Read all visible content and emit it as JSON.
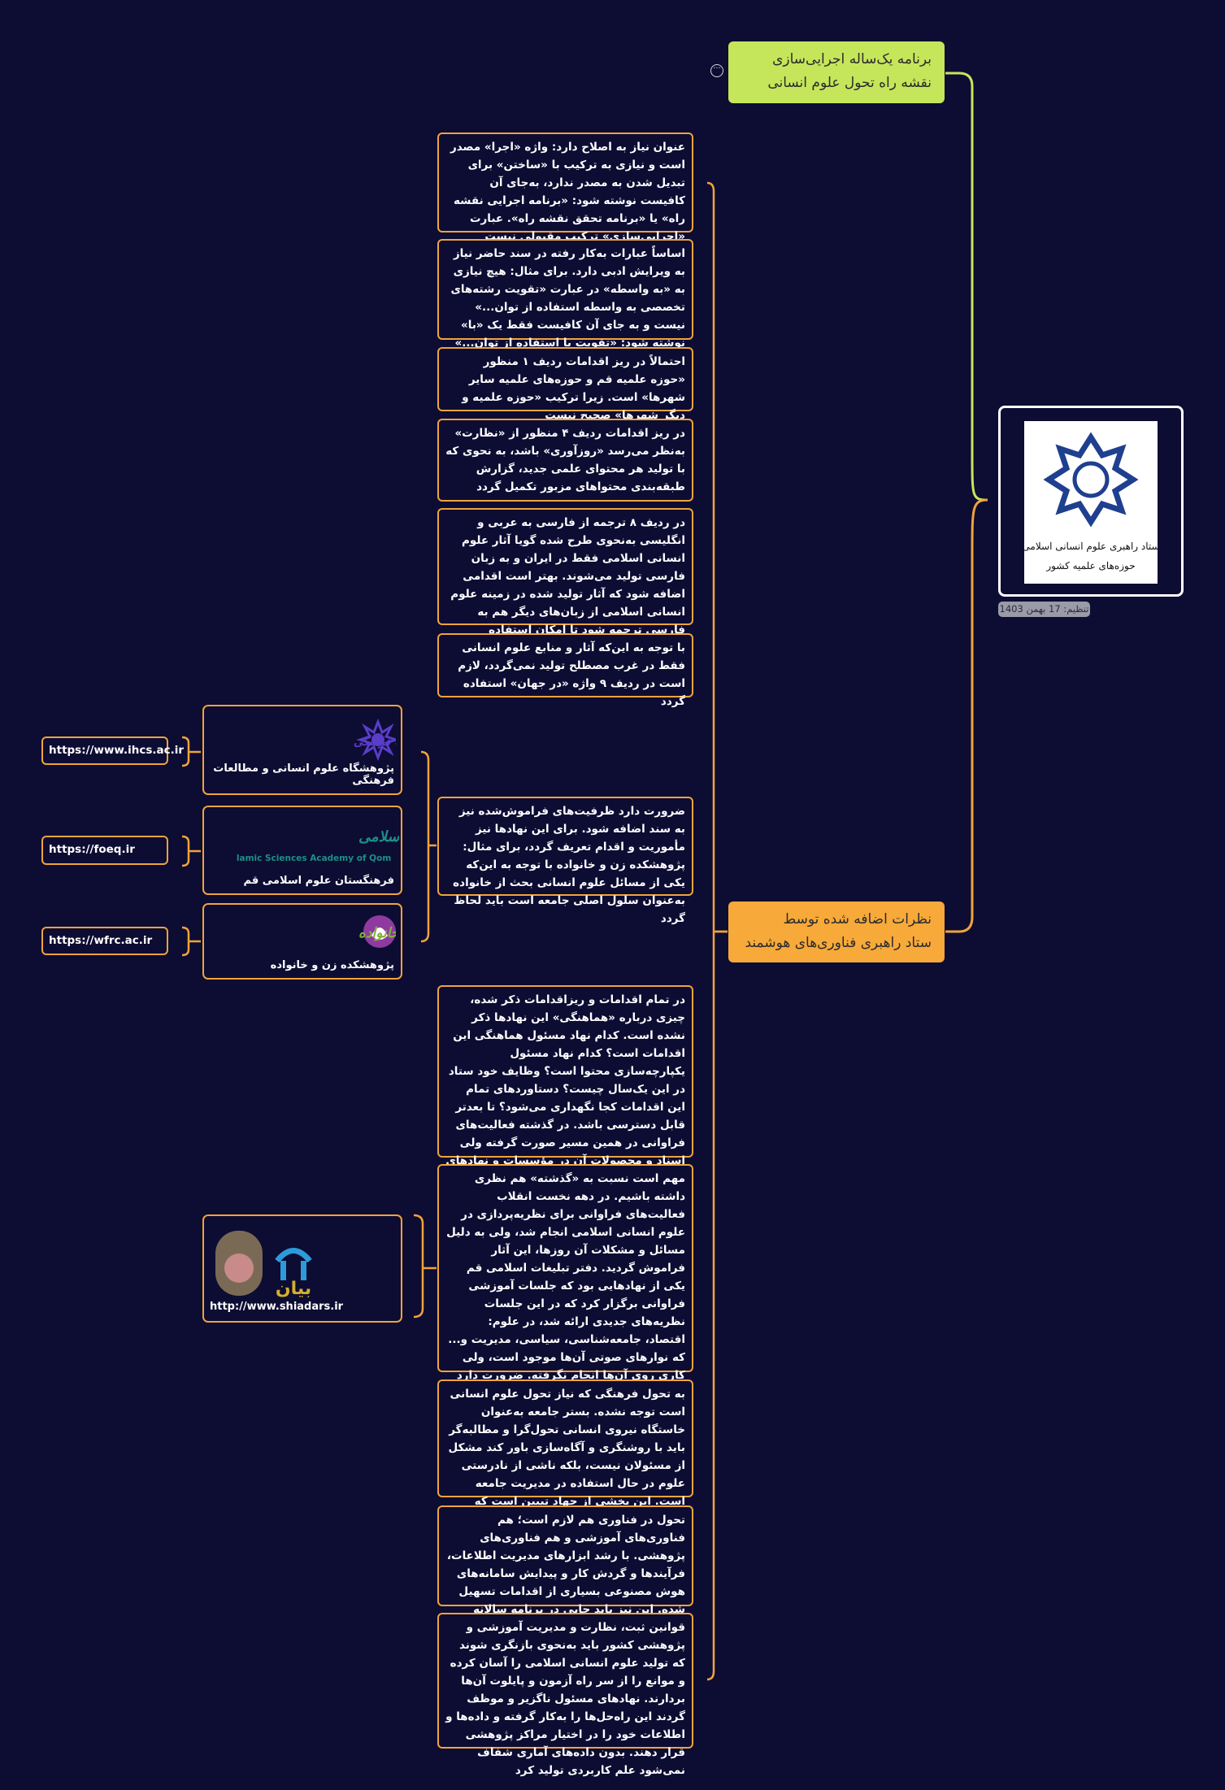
{
  "colors": {
    "background": "#0d0c33",
    "border_orange": "#f0a43a",
    "green_topic": "#c5e65a",
    "orange_topic": "#f7a93a",
    "green_line": "#c5e65a",
    "orange_line": "#f0a43a"
  },
  "root": {
    "logo_text_line1": "ستاد راهبری علوم انسانی اسلامی",
    "logo_text_line2": "حوزه‌های علمیه کشور",
    "date_tag": "تنظیم: 17 بهمن 1403"
  },
  "topics": {
    "green_title_line1": "برنامه یک‌ساله اجرایی‌سازی",
    "green_title_line2": "نقشه راه تحول علوم انسانی",
    "orange_title_line1": "نظرات اضافه شده توسط",
    "orange_title_line2": "ستاد راهبری فناوری‌های هوشمند",
    "collapse_icon": "ellipsis-icon"
  },
  "notes": [
    "عنوان نیاز به اصلاح دارد: واژه «اجرا» مصدر است و نیازی به ترکیب با «ساختن» برای تبدیل شدن به مصدر ندارد، به‌جای آن کافیست نوشته شود: «برنامه اجرایی نقشه راه» یا «برنامه تحقق نقشه راه». عبارت «اجرایی‌سازی» ترکیب مقبولی نیست",
    "اساساً عبارات به‌کار رفته در سند حاضر نیاز به ویرایش ادبی دارد. برای مثال: هیچ نیازی به «به واسطه» در عبارت «تقویت رشته‌های تخصصی به واسطه استفاده از توان...» نیست و به جای آن کافیست فقط یک «با» نوشته شود: «تقویت با استفاده از توان...» تشکر",
    "احتمالاً در ریز اقدامات ردیف ۱ منظور «حوزه علمیه قم و حوزه‌های علمیه سایر شهرها» است. زیرا ترکیب «حوزه علمیه و دیگر شهرها» صحیح نیست",
    "در ریز اقدامات ردیف ۴ منظور از «نظارت» به‌نظر می‌رسد «روزآوری» باشد، به نحوی که با تولید هر محتوای علمی جدید، گزارش طبقه‌بندی محتواهای مزبور تکمیل گردد",
    "در ردیف ۸ ترجمه از فارسی به عربی و انگلیسی به‌نحوی طرح شده گویا آثار علوم انسانی اسلامی فقط در ایران و به زبان فارسی تولید می‌شوند. بهتر است اقدامی اضافه شود که آثار تولید شده در زمینه علوم انسانی اسلامی از زبان‌های دیگر هم به فارسی ترجمه شود تا امکان استفاده پژوهشگران داخلی فراهم گردد",
    "با توجه به این‌که آثار و منابع علوم انسانی فقط در غرب مصطلح تولید نمی‌گردد، لازم است در ردیف ۹ واژه «در جهان» استفاده گردد",
    "ضرورت دارد ظرفیت‌های فراموش‌شده نیز به سند اضافه شود. برای این نهادها نیز مأموریت و اقدام تعریف گردد، برای مثال: پژوهشکده زن و خانواده با توجه به این‌که یکی از مسائل علوم انسانی بحث از خانواده به‌عنوان سلول اصلی جامعه است باید لحاظ گردد",
    "در تمام اقدامات و ریزاقدامات ذکر شده، چیزی درباره «هماهنگی» این نهادها ذکر نشده است. کدام نهاد مسئول هماهنگی این اقدامات است؟ کدام نهاد مسئول یکپارچه‌سازی محتوا است؟ وظایف خود ستاد در این یک‌سال چیست؟ دستاوردهای تمام این اقدامات کجا نگهداری می‌شود؟ تا بعدتر قابل دسترسی باشد. در گذشته فعالیت‌های فراوانی در همین مسیر صورت گرفته ولی اسناد و محصولات آن در مؤسسات و نهادهای مختلف انبار و دفن شده است",
    "مهم است نسبت به «گذشته» هم نظری داشته باشیم. در دهه نخست انقلاب فعالیت‌های فراوانی برای نظریه‌پردازی در علوم انسانی اسلامی انجام شد، ولی به دلیل مسائل و مشکلات آن روزها، این آثار فراموش گردید. دفتر تبلیغات اسلامی قم یکی از نهادهایی بود که جلسات آموزشی فراوانی برگزار کرد که در این جلسات نظریه‌های جدیدی ارائه شد، در علوم: اقتصاد، جامعه‌شناسی، سیاسی، مدیریت و... که نوارهای صوتی آن‌ها موجود است، ولی کاری روی آن‌ها انجام نگرفته. ضرورت دارد اقدامی هم برای نظر به گذشته و استخراج این آرا منظور گردد",
    "به تحول فرهنگی که نیاز تحول علوم انسانی است توجه نشده. بستر جامعه به‌عنوان خاستگاه نیروی انسانی تحول‌گرا و مطالبه‌گر باید با روشنگری و آگاه‌سازی باور کند مشکل از مسئولان نیست، بلکه ناشی از نادرستی علوم در حال استفاده در مدیریت جامعه است. این بخشی از جهاد تبیین است که ضرورت دارد",
    "تحول در فناوری هم لازم است؛ هم فناوری‌های آموزشی و هم فناوری‌های پژوهشی. با رشد ابزارهای مدیریت اطلاعات، فرآیندها و گردش کار و پیدایش سامانه‌های هوش مصنوعی بسیاری از اقدامات تسهیل شده. این نیز باید جایی در برنامه سالانه تحول داشته باشد",
    "قوانین ثبت، نظارت و مدیریت آموزشی و پژوهشی کشور باید به‌نحوی بازنگری شوند که تولید علوم انسانی اسلامی را آسان کرده و موانع را از سر راه آزمون و پایلوت آن‌ها بردارند. نهادهای مسئول ناگزیر و موظف گردند این راه‌حل‌ها را به‌کار گرفته و داده‌ها و اطلاعات خود را در اختیار مراکز پژوهشی قرار دهند. بدون داده‌های آماری شفاف نمی‌شود علم کاربردی تولید کرد"
  ],
  "institutions": [
    {
      "name": "پژوهشگاه علوم انسانی و مطالعات فرهنگی",
      "logo_text": "پژوهشگاه علوم انسانی و مطالعات فرهنگی",
      "url": "https://www.ihcs.ac.ir"
    },
    {
      "name": "فرهنگستان علوم اسلامی قم",
      "logo_text": "فرهنگستان علوم اسلامی",
      "logo_subtext": "Islamic Sciences Academy of Qom",
      "url": "https://foeq.ir"
    },
    {
      "name": "پژوهشکده زن و خانواده",
      "logo_text": "پژوهشکده زن و خانواده",
      "url": "https://wfrc.ac.ir"
    }
  ],
  "shiadars": {
    "url": "http://www.shiadars.ir",
    "logo_text": "بیان"
  }
}
